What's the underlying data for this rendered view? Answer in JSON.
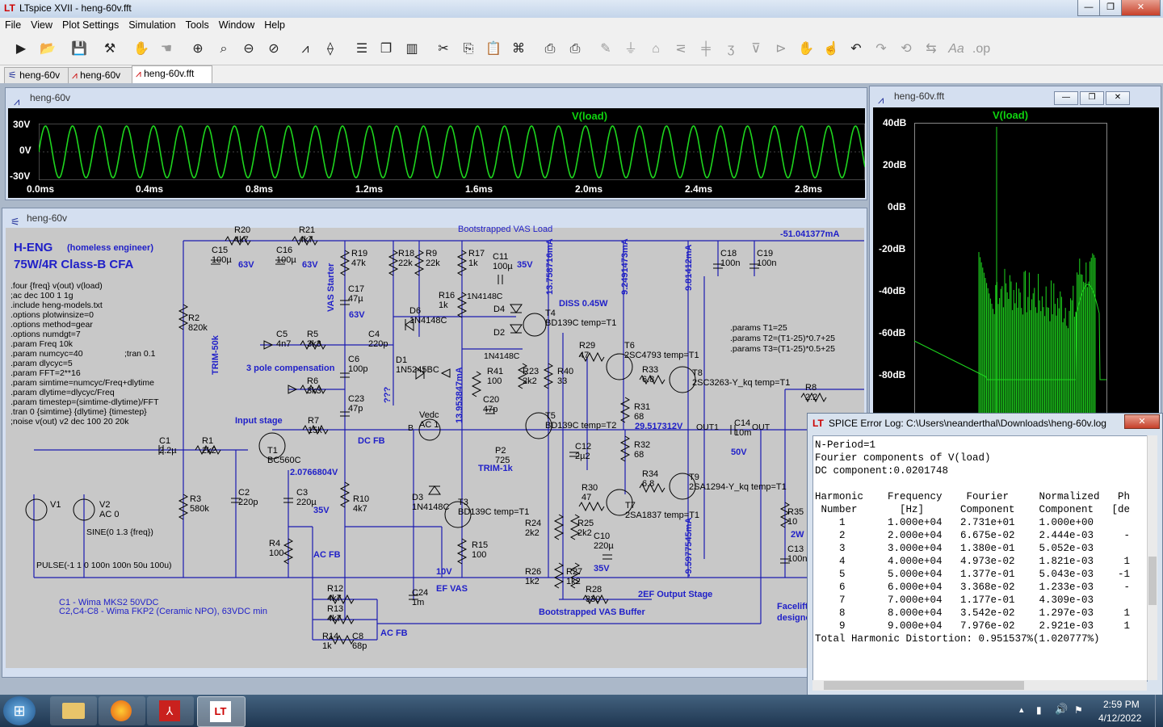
{
  "app": {
    "title": "LTspice XVII - heng-60v.fft",
    "window_buttons": [
      "—",
      "❐",
      "✕"
    ]
  },
  "menu": [
    "File",
    "View",
    "Plot Settings",
    "Simulation",
    "Tools",
    "Window",
    "Help"
  ],
  "toolbar_icons": [
    "run-icon",
    "open-icon",
    "save-icon",
    "control-panel-icon",
    "halt-icon",
    "pan-icon",
    "zoom-in-icon",
    "zoom-full-icon",
    "zoom-out-icon",
    "zoom-cancel-icon",
    "autorange-icon",
    "mark-icon",
    "tile-horizontal-icon",
    "cascade-icon",
    "tile-vertical-icon",
    "cut-icon",
    "copy-icon",
    "paste-icon",
    "find-icon",
    "print-icon",
    "print-setup-icon",
    "wire-icon",
    "ground-icon",
    "label-icon",
    "resistor-icon",
    "capacitor-icon",
    "inductor-icon",
    "diode-icon",
    "component-icon",
    "move-icon",
    "drag-icon",
    "undo-icon",
    "redo-icon",
    "rotate-icon",
    "mirror-icon",
    "text-icon",
    "spice-directive-icon"
  ],
  "tabs": [
    {
      "label": "heng-60v",
      "active": false
    },
    {
      "label": "heng-60v",
      "active": false
    },
    {
      "label": "heng-60v.fft",
      "active": true
    }
  ],
  "waveform": {
    "caption": "heng-60v",
    "trace": "V(load)",
    "y_ticks": [
      "30V",
      "0V",
      "-30V"
    ],
    "x_ticks": [
      "0.0ms",
      "0.4ms",
      "0.8ms",
      "1.2ms",
      "1.6ms",
      "2.0ms",
      "2.4ms",
      "2.8ms"
    ],
    "trace_color": "#1ed51e"
  },
  "fft": {
    "caption": "heng-60v.fft",
    "trace": "V(load)",
    "y_ticks": [
      "40dB",
      "20dB",
      "0dB",
      "-20dB",
      "-40dB",
      "-60dB",
      "-80dB"
    ]
  },
  "schematic": {
    "caption": "heng-60v",
    "title1": "H-ENG",
    "title1_sub": "(homeless engineer)",
    "title2": "75W/4R Class-B  CFA",
    "directives": [
      ".four {freq} v(out) v(load)",
      ";ac dec 100 1 1g",
      ".include heng-models.txt",
      ".options plotwinsize=0",
      ".options method=gear",
      ".options numdgt=7",
      ".param Freq 10k",
      ".param numcyc=40",
      ".param dlycyc=5",
      ".param FFT=2**16",
      ".param simtime=numcyc/Freq+dlytime",
      ".param dlytime=dlycyc/Freq",
      ".param timestep=(simtime-dlytime)/FFT",
      ".tran 0 {simtime} {dlytime} {timestep}",
      ";noise v(out) v2 dec 100 20 20k"
    ],
    "tran_comment": ";tran 0.1",
    "params": [
      ".params T1=25",
      ".params T2=(T1-25)*0.7+25",
      ".params T3=(T1-25)*0.5+25"
    ],
    "notes": [
      "C1 - Wima MKS2 50VDC",
      "C2,C4-C8 - Wima FKP2 (Ceramic NPO), 63VDC min"
    ],
    "blue_labels": {
      "input_stage": "Input stage",
      "dc_fb": "DC FB",
      "ac_fb1": "AC FB",
      "ac_fb2": "AC FB",
      "three_pole": "3 pole compensation",
      "vas_starter": "VAS Starter",
      "trim50k": "TRIM-50k",
      "trim1k": "TRIM-1k",
      "ef_vas": "EF VAS",
      "boot_vas_buffer": "Bootstrapped VAS Buffer",
      "two_ef": "2EF Output Stage",
      "boot_vas_load": "Bootstrapped VAS Load",
      "diss": "DISS 0.45W",
      "i_top": "-51.041377mA",
      "v1": "2.0766804V",
      "v2": "29.517312V",
      "i1": "13.953847mA",
      "i2": "13.758716mA",
      "i3": "9.2491473mA",
      "i4": "9.81412mA",
      "i5": "-9.5977545mA",
      "q3": "???",
      "v10": "10V",
      "v50": "50V",
      "v63a": "63V",
      "v63b": "63V",
      "v35a": "35V",
      "v35b": "35V",
      "v35c": "35V",
      "w2": "2W",
      "facelift": "Facelift",
      "designer": "designe"
    },
    "components": [
      {
        "label": "C15",
        "val": "100µ"
      },
      {
        "label": "R20",
        "val": "4k7"
      },
      {
        "label": "C16",
        "val": "100µ"
      },
      {
        "label": "R21",
        "val": "4k7"
      },
      {
        "label": "R19",
        "val": "47k"
      },
      {
        "label": "R18",
        "val": "22k"
      },
      {
        "label": "R9",
        "val": "22k"
      },
      {
        "label": "R17",
        "val": "1k"
      },
      {
        "label": "C11",
        "val": "100µ"
      },
      {
        "label": "C18",
        "val": "100n"
      },
      {
        "label": "C19",
        "val": "100n"
      },
      {
        "label": "R2",
        "val": "820k"
      },
      {
        "label": "C17",
        "val": "47µ"
      },
      {
        "label": "R16",
        "val": "1k"
      },
      {
        "label": "D6",
        "val": "1N4148C"
      },
      {
        "label": "D4",
        "val": ""
      },
      {
        "label": "D2",
        "val": ""
      },
      {
        "label": "T4",
        "val": "BD139C temp=T1"
      },
      {
        "label": "C5",
        "val": "4n7"
      },
      {
        "label": "R5",
        "val": "3k3"
      },
      {
        "label": "C4",
        "val": "220p"
      },
      {
        "label": "C6",
        "val": "100p"
      },
      {
        "label": "D1",
        "val": "1N5245BC"
      },
      {
        "label": "R6",
        "val": "3k3"
      },
      {
        "label": "C23",
        "val": "47p"
      },
      {
        "label": "R41",
        "val": "100"
      },
      {
        "label": "R23",
        "val": "2k2"
      },
      {
        "label": "R40",
        "val": "33"
      },
      {
        "label": "C20",
        "val": "47p"
      },
      {
        "label": "R29",
        "val": "47"
      },
      {
        "label": "T6",
        "val": "2SC4793 temp=T1"
      },
      {
        "label": "R33",
        "val": "6.8"
      },
      {
        "label": "T8",
        "val": "2SC3263-Y_kq temp=T1"
      },
      {
        "label": "R31",
        "val": "68"
      },
      {
        "label": "R8",
        "val": "2.2"
      },
      {
        "label": "C1",
        "val": "2.2µ"
      },
      {
        "label": "R1",
        "val": "2k2"
      },
      {
        "label": "T1",
        "val": "BC560C"
      },
      {
        "label": "R7",
        "val": "15k"
      },
      {
        "label": "Vedc",
        "val": "AC 1"
      },
      {
        "label": "T5",
        "val": "BD139C temp=T2"
      },
      {
        "label": "C14",
        "val": "10m"
      },
      {
        "label": "P2",
        "val": "725"
      },
      {
        "label": "C12",
        "val": "2µ2"
      },
      {
        "label": "R32",
        "val": "68"
      },
      {
        "label": "R34",
        "val": "6.8"
      },
      {
        "label": "T9",
        "val": "2SA1294-Y_kq temp=T1"
      },
      {
        "label": "V1",
        "val": ""
      },
      {
        "label": "V2",
        "val": "AC 0"
      },
      {
        "label": "R3",
        "val": "580k"
      },
      {
        "label": "C2",
        "val": "220p"
      },
      {
        "label": "C3",
        "val": "220µ"
      },
      {
        "label": "R10",
        "val": "4k7"
      },
      {
        "label": "D3",
        "val": "1N4148C"
      },
      {
        "label": "T3",
        "val": "BD139C temp=T1"
      },
      {
        "label": "R30",
        "val": "47"
      },
      {
        "label": "T7",
        "val": "2SA1837 temp=T1"
      },
      {
        "label": "R35",
        "val": "10"
      },
      {
        "label": "R4",
        "val": "100"
      },
      {
        "label": "R24",
        "val": "2k2"
      },
      {
        "label": "R25",
        "val": "2k2"
      },
      {
        "label": "C10",
        "val": "220µ"
      },
      {
        "label": "R15",
        "val": "100"
      },
      {
        "label": "C13",
        "val": "100n"
      },
      {
        "label": "R26",
        "val": "1k2"
      },
      {
        "label": "R27",
        "val": "1k2"
      },
      {
        "label": "R28",
        "val": "330"
      },
      {
        "label": "C24",
        "val": "1m"
      },
      {
        "label": "R12",
        "val": "4k7"
      },
      {
        "label": "R13",
        "val": "4k7"
      },
      {
        "label": "R14",
        "val": "1k"
      },
      {
        "label": "C8",
        "val": "68p"
      }
    ],
    "v2_sine": "SINE(0 1.3 {freq})",
    "v1_pulse": "PULSE(-1 1 0 100n 100n 50u 100u)",
    "d_1n4148_a": "1N4148C",
    "d_1n4148_b": "1N4148C",
    "node_b": "B",
    "node_out1": "OUT1",
    "node_out": "OUT"
  },
  "error_log": {
    "title": "SPICE Error Log: C:\\Users\\neanderthal\\Downloads\\heng-60v.log",
    "lines": [
      "N-Period=1",
      "Fourier components of V(load)",
      "DC component:0.0201748",
      "",
      "Harmonic    Frequency    Fourier     Normalized   Ph",
      " Number       [Hz]      Component    Component   [de",
      "    1       1.000e+04   2.731e+01    1.000e+00",
      "    2       2.000e+04   6.675e-02    2.444e-03     -",
      "    3       3.000e+04   1.380e-01    5.052e-03",
      "    4       4.000e+04   4.973e-02    1.821e-03     1",
      "    5       5.000e+04   1.377e-01    5.043e-03    -1",
      "    6       6.000e+04   3.368e-02    1.233e-03     -",
      "    7       7.000e+04   1.177e-01    4.309e-03",
      "    8       8.000e+04   3.542e-02    1.297e-03     1",
      "    9       9.000e+04   7.976e-02    2.921e-03     1",
      "Total Harmonic Distortion: 0.951537%(1.020777%)"
    ]
  },
  "taskbar": {
    "time": "2:59 PM",
    "date": "4/12/2022"
  }
}
